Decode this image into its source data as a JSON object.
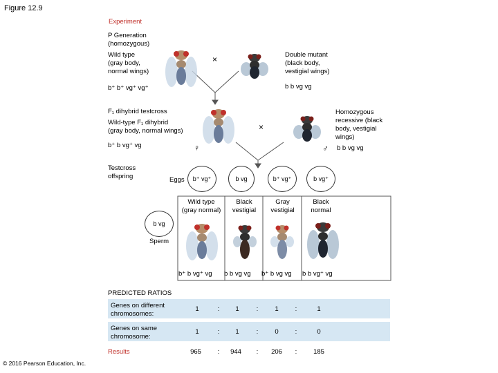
{
  "figure_title": "Figure 12.9",
  "experiment": "Experiment",
  "p_generation": "P Generation\n(homozygous)",
  "wild_type": {
    "desc": "Wild type\n(gray body,\nnormal wings)",
    "genotype": "b⁺ b⁺  vg⁺ vg⁺"
  },
  "double_mutant": {
    "desc": "Double mutant\n(black body,\nvestigial wings)",
    "genotype": "b b    vg vg"
  },
  "cross_symbol": "×",
  "f1_testcross": "F₁ dihybrid testcross",
  "f1_dihybrid": {
    "desc": "Wild-type F₁ dihybrid\n(gray body, normal wings)",
    "genotype": "b⁺ b   vg⁺ vg",
    "sex": "♀"
  },
  "homozygous_recessive": {
    "desc": "Homozygous\nrecessive (black\nbody, vestigial\nwings)",
    "genotype": "b b   vg vg",
    "sex": "♂"
  },
  "testcross_offspring": "Testcross\noffspring",
  "eggs_label": "Eggs",
  "eggs": [
    "b⁺  vg⁺",
    "b    vg",
    "b⁺ vg⁺",
    "b    vg⁺"
  ],
  "sperm_label": "Sperm",
  "sperm": "b vg",
  "phenotypes": [
    "Wild type\n(gray normal)",
    "Black\nvestigial",
    "Gray\nvestigial",
    "Black\nnormal"
  ],
  "offspring_genotypes": [
    "b⁺ b   vg⁺ vg",
    "b b   vg vg",
    "b⁺ b   vg vg",
    "b b   vg⁺ vg"
  ],
  "predicted_ratios": "PREDICTED RATIOS",
  "rows": [
    {
      "label": "Genes on different\nchromosomes:",
      "values": [
        "1",
        "1",
        "1",
        "1"
      ]
    },
    {
      "label": "Genes on same\nchromosome:",
      "values": [
        "1",
        "1",
        "0",
        "0"
      ]
    },
    {
      "label": "Results",
      "values": [
        "965",
        "944",
        "206",
        "185"
      ]
    }
  ],
  "colon": ":",
  "copyright": "© 2016 Pearson Education, Inc."
}
